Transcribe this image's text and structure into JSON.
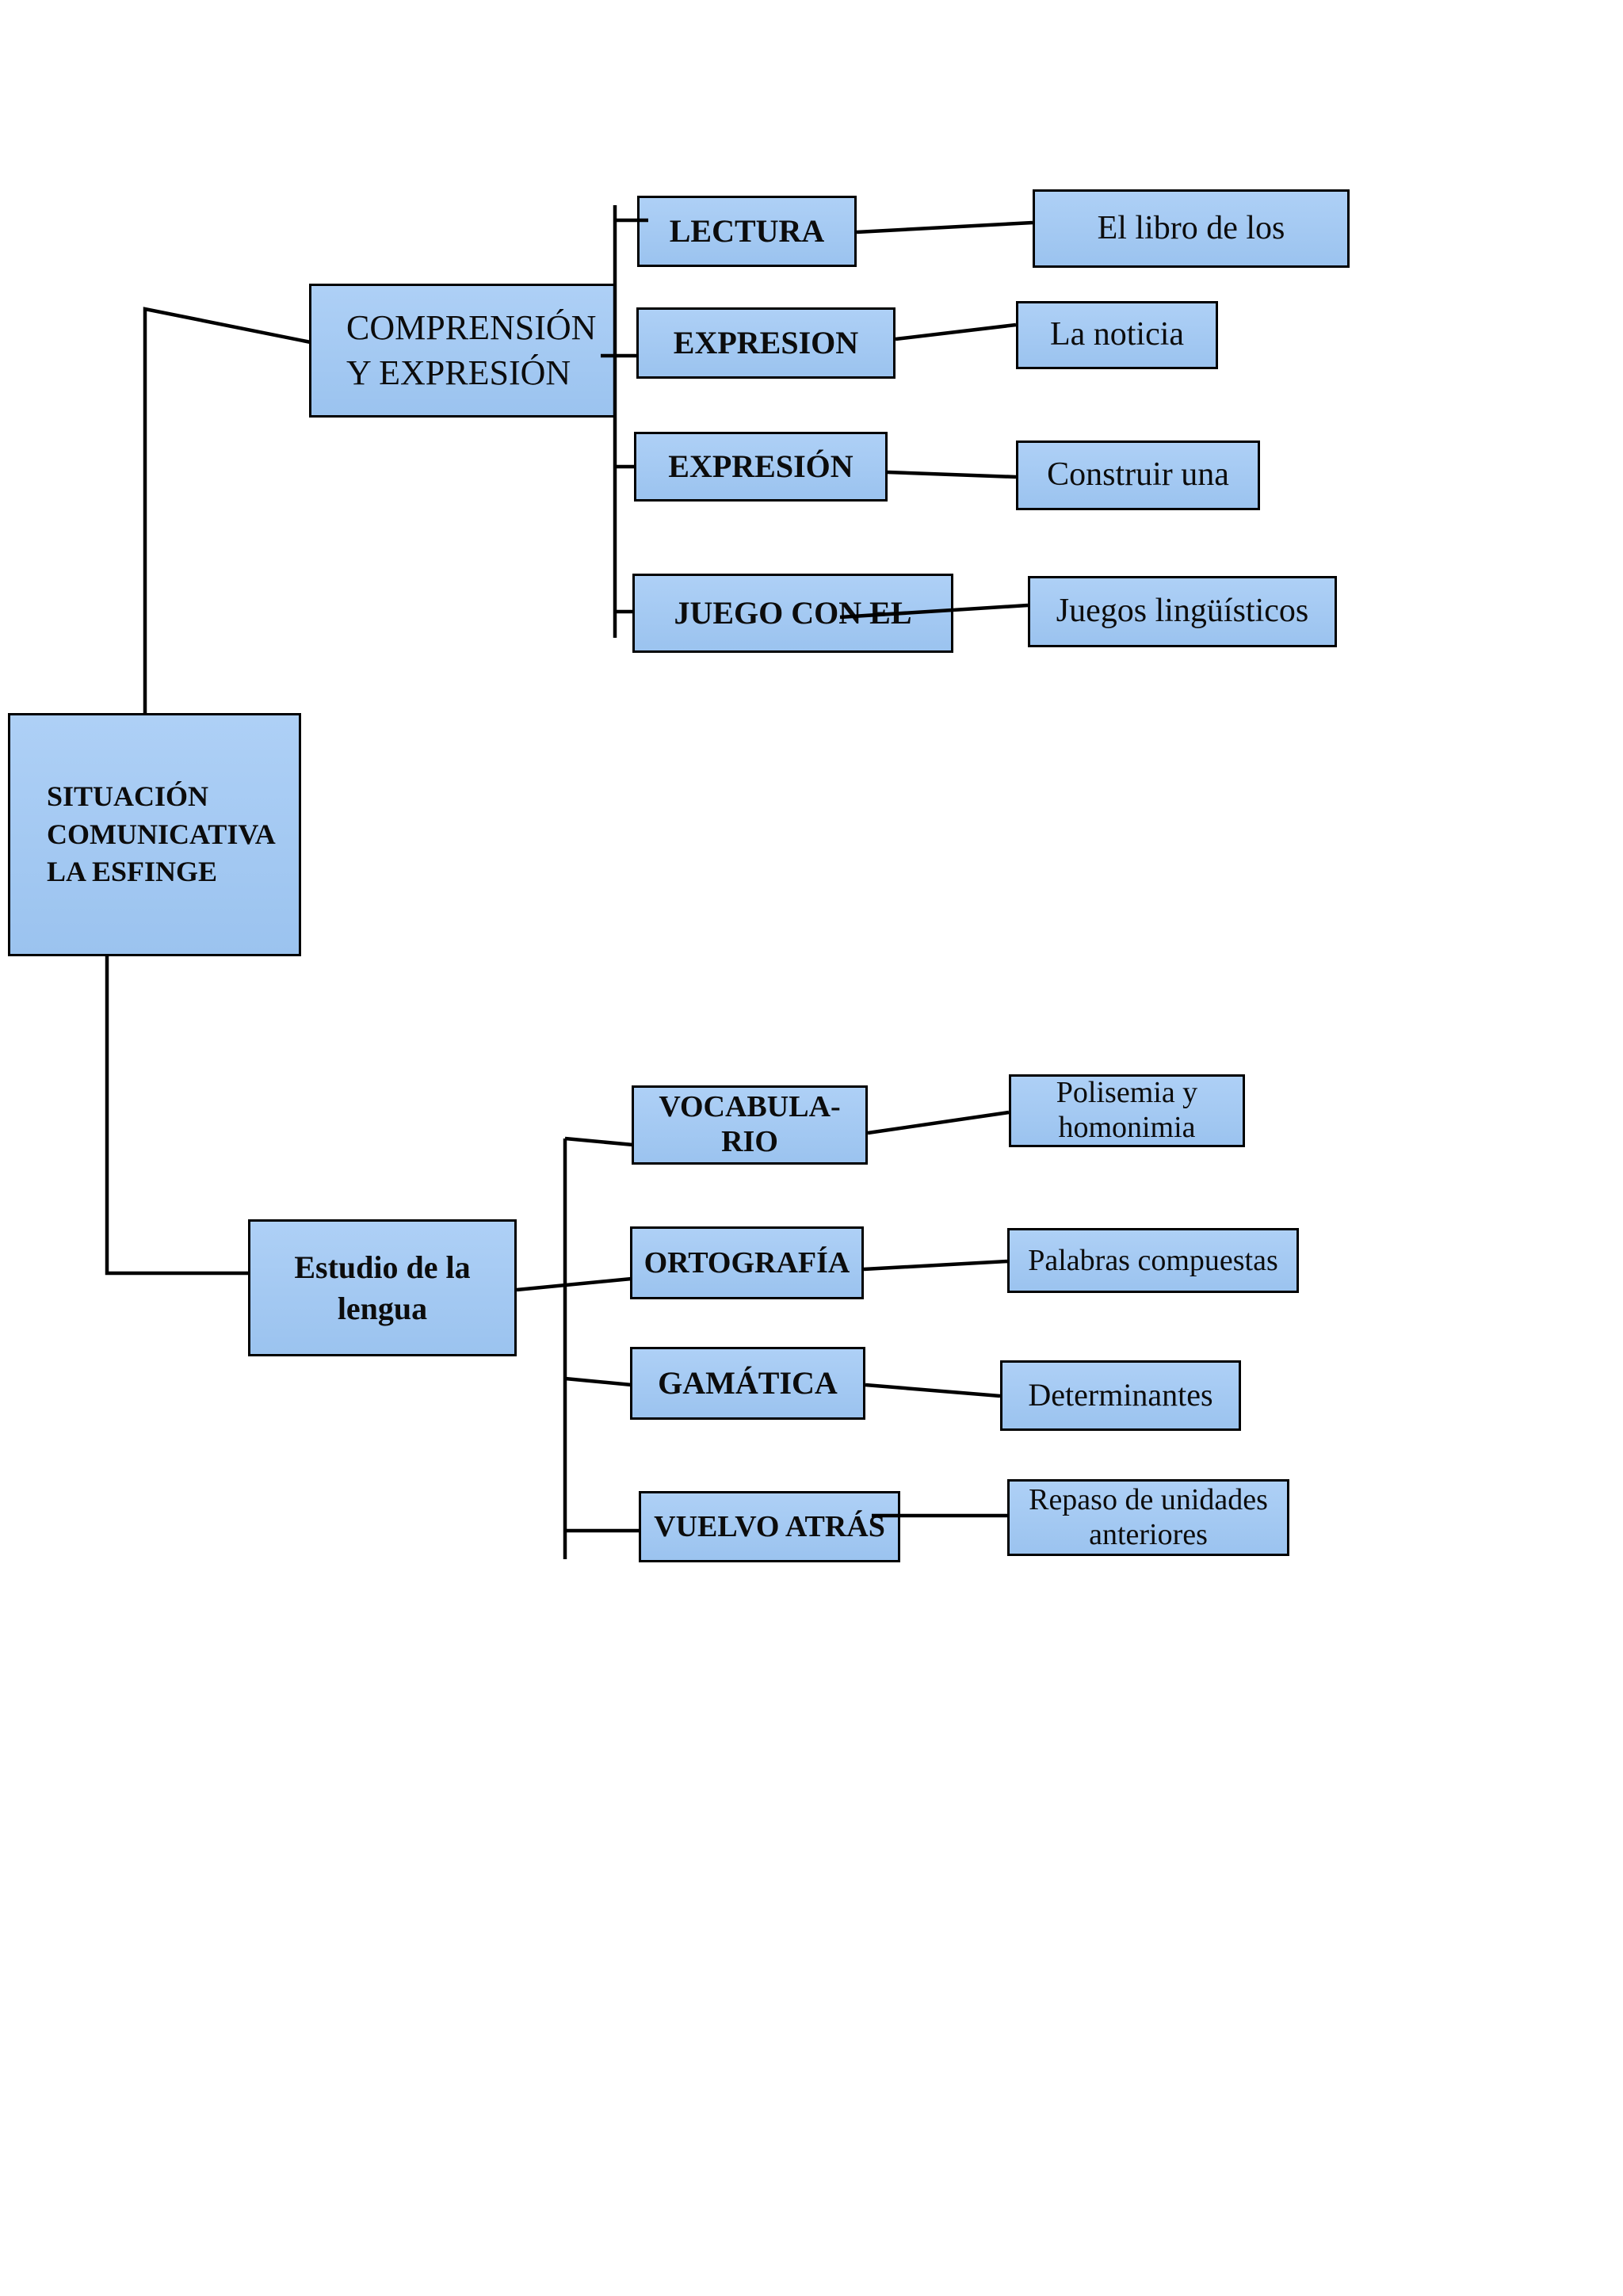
{
  "style": {
    "node_fill_top": "#aed0f6",
    "node_fill_bottom": "#9bc3ef",
    "node_border": "#000000",
    "connector_color": "#000000",
    "text_color": "#0c0c0c",
    "background": "#ffffff"
  },
  "root": {
    "lines": [
      "SITUACIÓN",
      "COMUNICATIVA",
      "LA ESFINGE"
    ]
  },
  "branches": [
    {
      "label_lines": [
        "COMPRENSIÓN",
        "Y EXPRESIÓN"
      ],
      "children": [
        {
          "topic_lines": [
            "LECTURA"
          ],
          "detail_lines": [
            "El libro de los"
          ]
        },
        {
          "topic_lines": [
            "EXPRESION"
          ],
          "detail_lines": [
            "La noticia"
          ]
        },
        {
          "topic_lines": [
            "EXPRESIÓN"
          ],
          "detail_lines": [
            "Construir una"
          ]
        },
        {
          "topic_lines": [
            "JUEGO CON EL"
          ],
          "detail_lines": [
            "Juegos lingüísticos"
          ]
        }
      ]
    },
    {
      "label_lines": [
        "Estudio de la",
        "lengua"
      ],
      "children": [
        {
          "topic_lines": [
            "VOCABULA-",
            "RIO"
          ],
          "detail_lines": [
            "Polisemia y",
            "homonimia"
          ]
        },
        {
          "topic_lines": [
            "ORTOGRAFÍA"
          ],
          "detail_lines": [
            "Palabras compuestas"
          ]
        },
        {
          "topic_lines": [
            "GAMÁTICA"
          ],
          "detail_lines": [
            "Determinantes"
          ]
        },
        {
          "topic_lines": [
            "VUELVO ATRÁS"
          ],
          "detail_lines": [
            "Repaso de unidades",
            "anteriores"
          ]
        }
      ]
    }
  ]
}
